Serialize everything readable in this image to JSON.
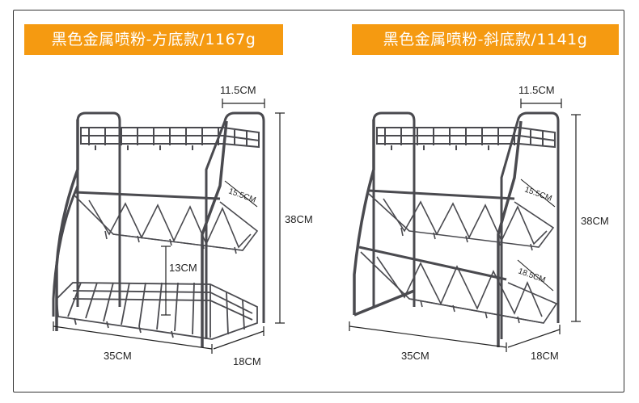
{
  "products": [
    {
      "title": "黑色金属喷粉-方底款/1167g",
      "dimensions": {
        "top_depth": "11.5CM",
        "middle_shelf": "15.5CM",
        "shelf_gap": "13CM",
        "height": "38CM",
        "width": "35CM",
        "depth": "18CM"
      }
    },
    {
      "title": "黑色金属喷粉-斜底款/1141g",
      "dimensions": {
        "top_depth": "11.5CM",
        "middle_shelf": "15.5CM",
        "bottom_shelf": "18.5CM",
        "height": "38CM",
        "width": "35CM",
        "depth": "18CM"
      }
    }
  ],
  "colors": {
    "banner": "#f59a11",
    "banner_text": "#ffffff",
    "rack": "#4a4a4f",
    "frame_border": "#333333"
  }
}
